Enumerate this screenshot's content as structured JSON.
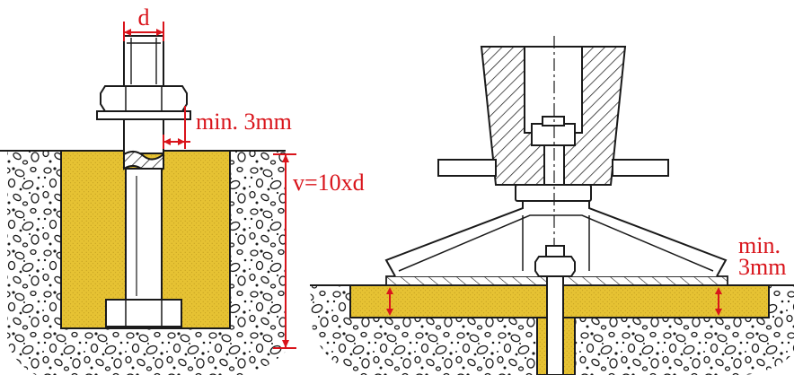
{
  "labels": {
    "diameter": "d",
    "min_gap_left": "min. 3mm",
    "embed_depth": "v=10xd",
    "min_gap_right_line1": "min.",
    "min_gap_right_line2": "3mm"
  },
  "colors": {
    "grout": "#e6c233",
    "grout_stipple": "#b8941a",
    "dimension": "#d9141b",
    "line": "#1a1a1a",
    "steel": "#ffffff",
    "concrete_bg": "#ffffff"
  }
}
